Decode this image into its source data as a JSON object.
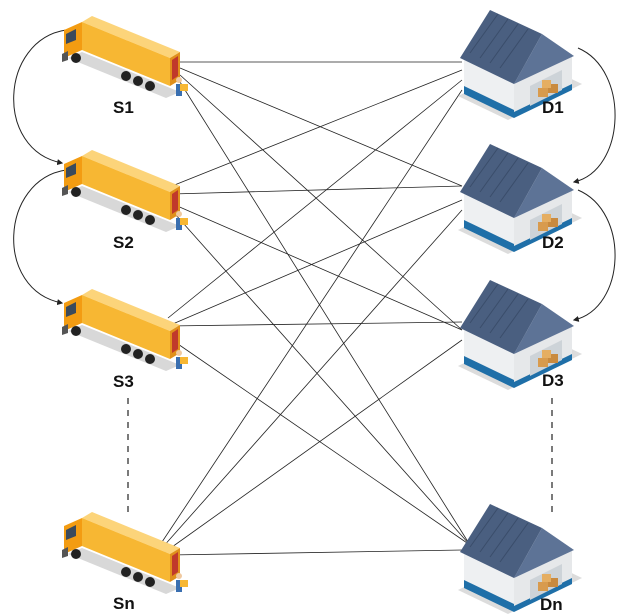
{
  "suppliers": [
    {
      "label": "S1",
      "icon": "truck-icon"
    },
    {
      "label": "S2",
      "icon": "truck-icon"
    },
    {
      "label": "S3",
      "icon": "truck-icon"
    },
    {
      "label": "Sn",
      "icon": "truck-icon"
    }
  ],
  "destinations": [
    {
      "label": "D1",
      "icon": "warehouse-icon"
    },
    {
      "label": "D2",
      "icon": "warehouse-icon"
    },
    {
      "label": "D3",
      "icon": "warehouse-icon"
    },
    {
      "label": "Dn",
      "icon": "warehouse-icon"
    }
  ],
  "colors": {
    "truck_body": "#f7b733",
    "truck_cab": "#f39c12",
    "warehouse_roof": "#4a5f80",
    "warehouse_wall": "#e9ecef",
    "warehouse_base": "#1f6fa8",
    "lines": "#222222"
  }
}
